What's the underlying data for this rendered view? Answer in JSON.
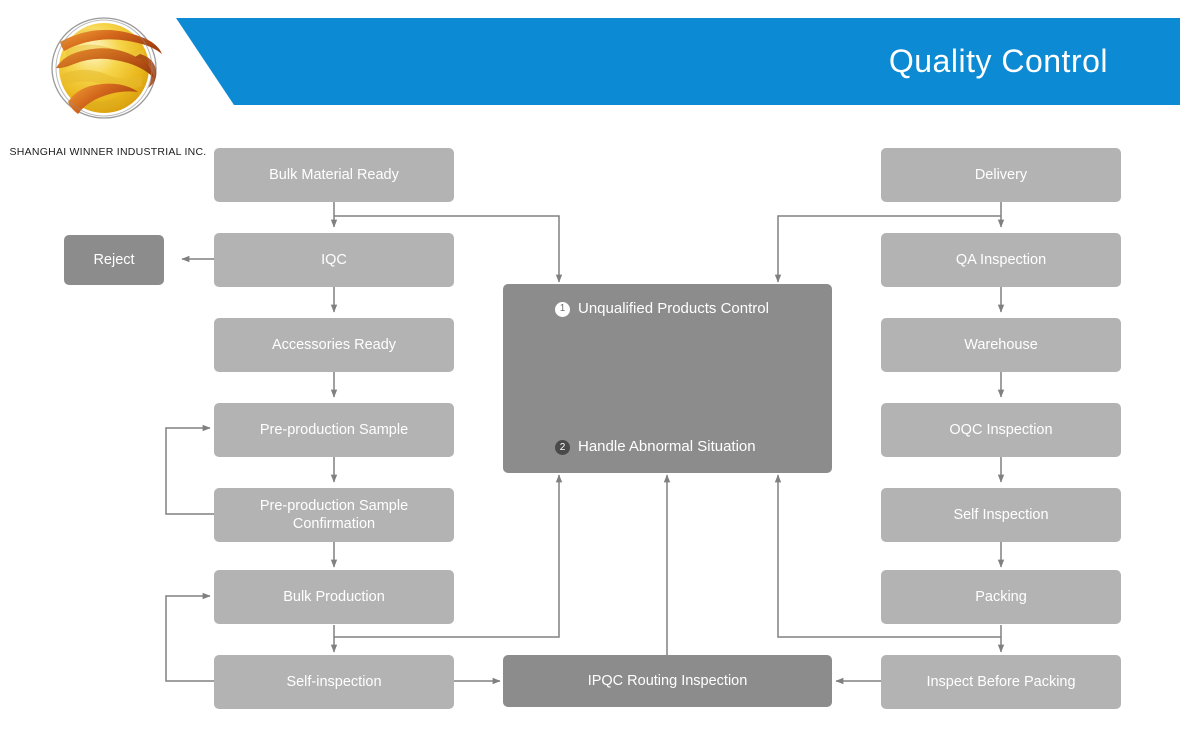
{
  "header": {
    "title": "Quality Control",
    "banner_color": "#0c8ad4",
    "logo": {
      "name": "shanghai-winner-globe-logo",
      "caption": "SHANGHAI WINNER INDUSTRIAL INC.",
      "globe_color": "#f0c22a",
      "ribbon_color": "#c8641e"
    }
  },
  "diagram": {
    "type": "flowchart",
    "node_light_color": "#b3b3b3",
    "node_dark_color": "#8c8c8c",
    "connector_color": "#808080",
    "left_column": [
      {
        "id": "bulk-material-ready",
        "label": "Bulk Material Ready",
        "style": "light"
      },
      {
        "id": "iqc",
        "label": "IQC",
        "style": "light"
      },
      {
        "id": "accessories-ready",
        "label": "Accessories Ready",
        "style": "light"
      },
      {
        "id": "pre-production-sample",
        "label": "Pre-production Sample",
        "style": "light"
      },
      {
        "id": "pre-production-sample-confirmation",
        "label": "Pre-production Sample Confirmation",
        "style": "light"
      },
      {
        "id": "bulk-production",
        "label": "Bulk Production",
        "style": "light"
      },
      {
        "id": "self-inspection",
        "label": "Self-inspection",
        "style": "light"
      }
    ],
    "right_column": [
      {
        "id": "delivery",
        "label": "Delivery",
        "style": "light"
      },
      {
        "id": "qa-inspection",
        "label": "QA Inspection",
        "style": "light"
      },
      {
        "id": "warehouse",
        "label": "Warehouse",
        "style": "light"
      },
      {
        "id": "oqc-inspection",
        "label": "OQC Inspection",
        "style": "light"
      },
      {
        "id": "self-inspection-right",
        "label": "Self Inspection",
        "style": "light"
      },
      {
        "id": "packing",
        "label": "Packing",
        "style": "light"
      },
      {
        "id": "inspect-before-packing",
        "label": "Inspect Before Packing",
        "style": "light"
      }
    ],
    "reject": {
      "id": "reject",
      "label": "Reject",
      "style": "dark"
    },
    "ipqc": {
      "id": "ipqc-routing-inspection",
      "label": "IPQC Routing Inspection",
      "style": "dark"
    },
    "center": {
      "id": "unqualified-products-control",
      "style": "dark",
      "items": [
        {
          "badge": "1",
          "label": "Unqualified Products Control"
        },
        {
          "badge": "2",
          "label": "Handle Abnormal Situation"
        }
      ]
    }
  }
}
